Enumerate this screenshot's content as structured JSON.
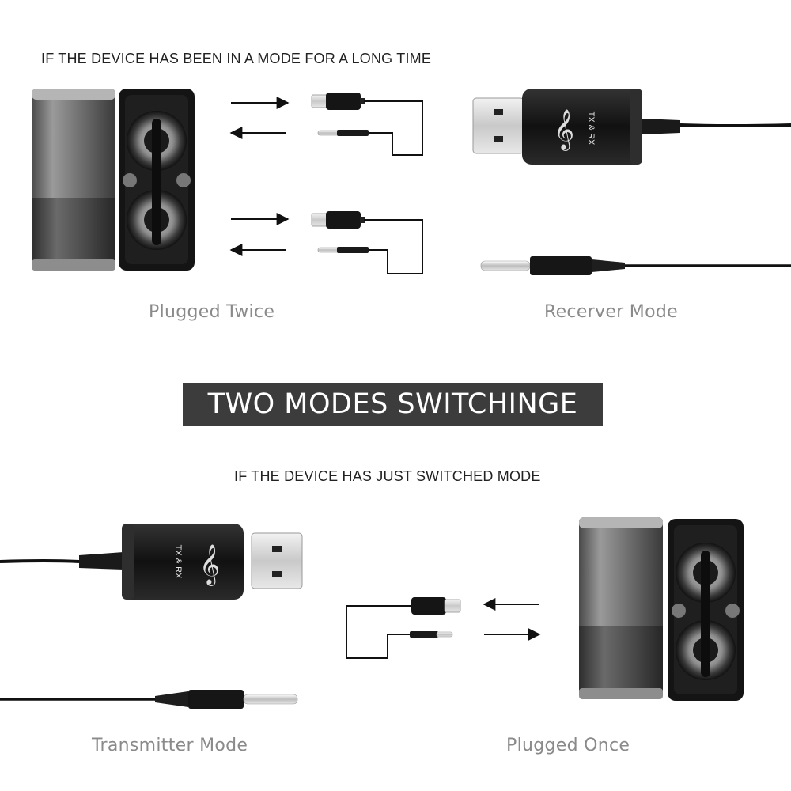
{
  "sections": {
    "top": {
      "heading": "IF THE DEVICE HAS BEEN IN A MODE FOR A LONG TIME",
      "left_caption": "Plugged Twice",
      "right_caption": "Recerver Mode"
    },
    "banner": {
      "label": "TWO MODES SWITCHINGE"
    },
    "bottom": {
      "heading": "IF THE DEVICE HAS JUST SWITCHED MODE",
      "left_caption": "Transmitter Mode",
      "right_caption": "Plugged Once"
    }
  },
  "device": {
    "label": "TX & RX",
    "logo": "treble-clef-icon"
  },
  "colors": {
    "banner_bg": "#3c3c3c",
    "caption": "#8a8a8a",
    "heading": "#222222",
    "device_body": "#1a1a1a"
  }
}
